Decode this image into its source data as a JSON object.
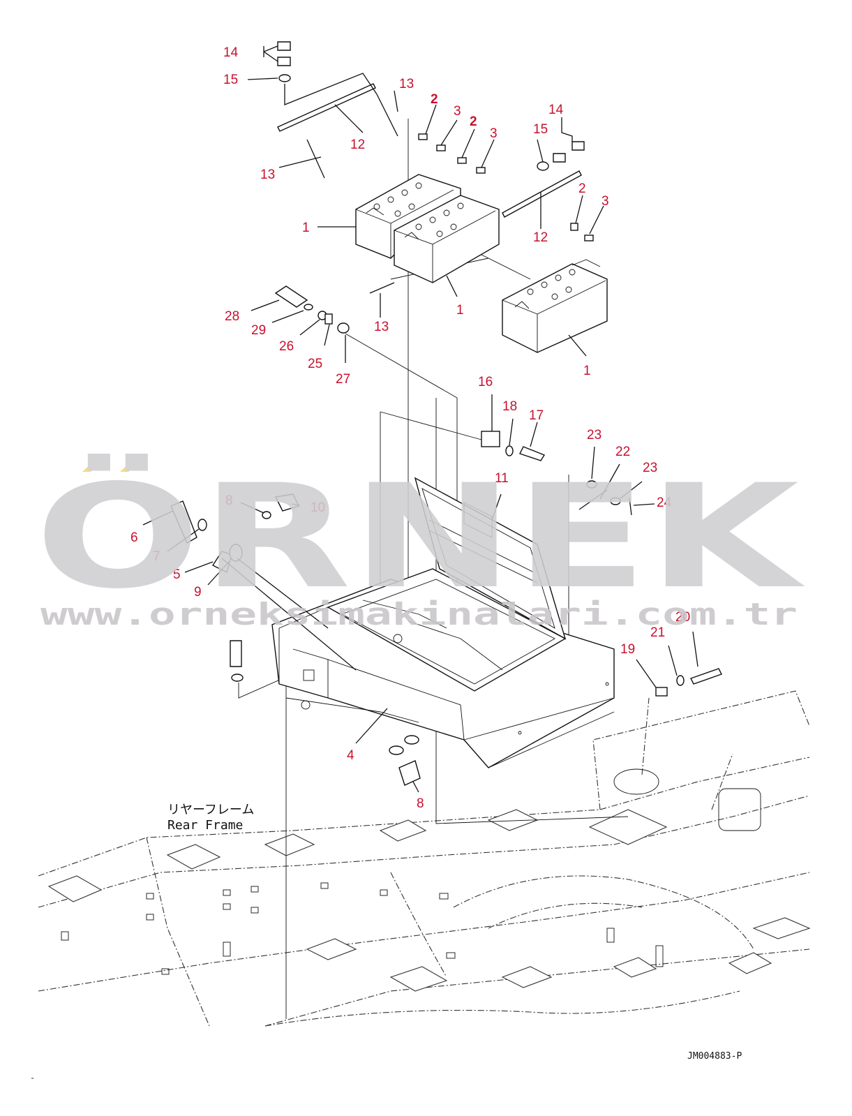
{
  "drawing": {
    "code": "JM004883-P",
    "rear_frame_label_jp": "リヤーフレーム",
    "rear_frame_label_en": "Rear Frame"
  },
  "watermark": {
    "brand": "ÖRNEK",
    "url": "www.orneksimakinalari.com.tr",
    "accent_color": "#f6d56b",
    "text_color": "#cfcdd0"
  },
  "callout_color": "#c8102e",
  "callouts": [
    {
      "id": "c14a",
      "text": "14"
    },
    {
      "id": "c15a",
      "text": "15"
    },
    {
      "id": "c13a",
      "text": "13"
    },
    {
      "id": "c12a",
      "text": "12"
    },
    {
      "id": "c13b",
      "text": "13"
    },
    {
      "id": "c2a",
      "text": "2"
    },
    {
      "id": "c3a",
      "text": "3"
    },
    {
      "id": "c2b",
      "text": "2"
    },
    {
      "id": "c3b",
      "text": "3"
    },
    {
      "id": "c14b",
      "text": "14"
    },
    {
      "id": "c15b",
      "text": "15"
    },
    {
      "id": "c1a",
      "text": "1"
    },
    {
      "id": "c2c",
      "text": "2"
    },
    {
      "id": "c3c",
      "text": "3"
    },
    {
      "id": "c12b",
      "text": "12"
    },
    {
      "id": "c1b",
      "text": "1"
    },
    {
      "id": "c13c",
      "text": "13"
    },
    {
      "id": "c28",
      "text": "28"
    },
    {
      "id": "c29",
      "text": "29"
    },
    {
      "id": "c26",
      "text": "26"
    },
    {
      "id": "c25",
      "text": "25"
    },
    {
      "id": "c27",
      "text": "27"
    },
    {
      "id": "c1c",
      "text": "1"
    },
    {
      "id": "c16",
      "text": "16"
    },
    {
      "id": "c18",
      "text": "18"
    },
    {
      "id": "c17",
      "text": "17"
    },
    {
      "id": "c23a",
      "text": "23"
    },
    {
      "id": "c22",
      "text": "22"
    },
    {
      "id": "c23b",
      "text": "23"
    },
    {
      "id": "c24",
      "text": "24"
    },
    {
      "id": "c11",
      "text": "11"
    },
    {
      "id": "c8a",
      "text": "8"
    },
    {
      "id": "c10",
      "text": "10"
    },
    {
      "id": "c6",
      "text": "6"
    },
    {
      "id": "c7",
      "text": "7"
    },
    {
      "id": "c5",
      "text": "5"
    },
    {
      "id": "c9",
      "text": "9"
    },
    {
      "id": "c20",
      "text": "20"
    },
    {
      "id": "c21",
      "text": "21"
    },
    {
      "id": "c19",
      "text": "19"
    },
    {
      "id": "c4",
      "text": "4"
    },
    {
      "id": "c8b",
      "text": "8"
    }
  ]
}
